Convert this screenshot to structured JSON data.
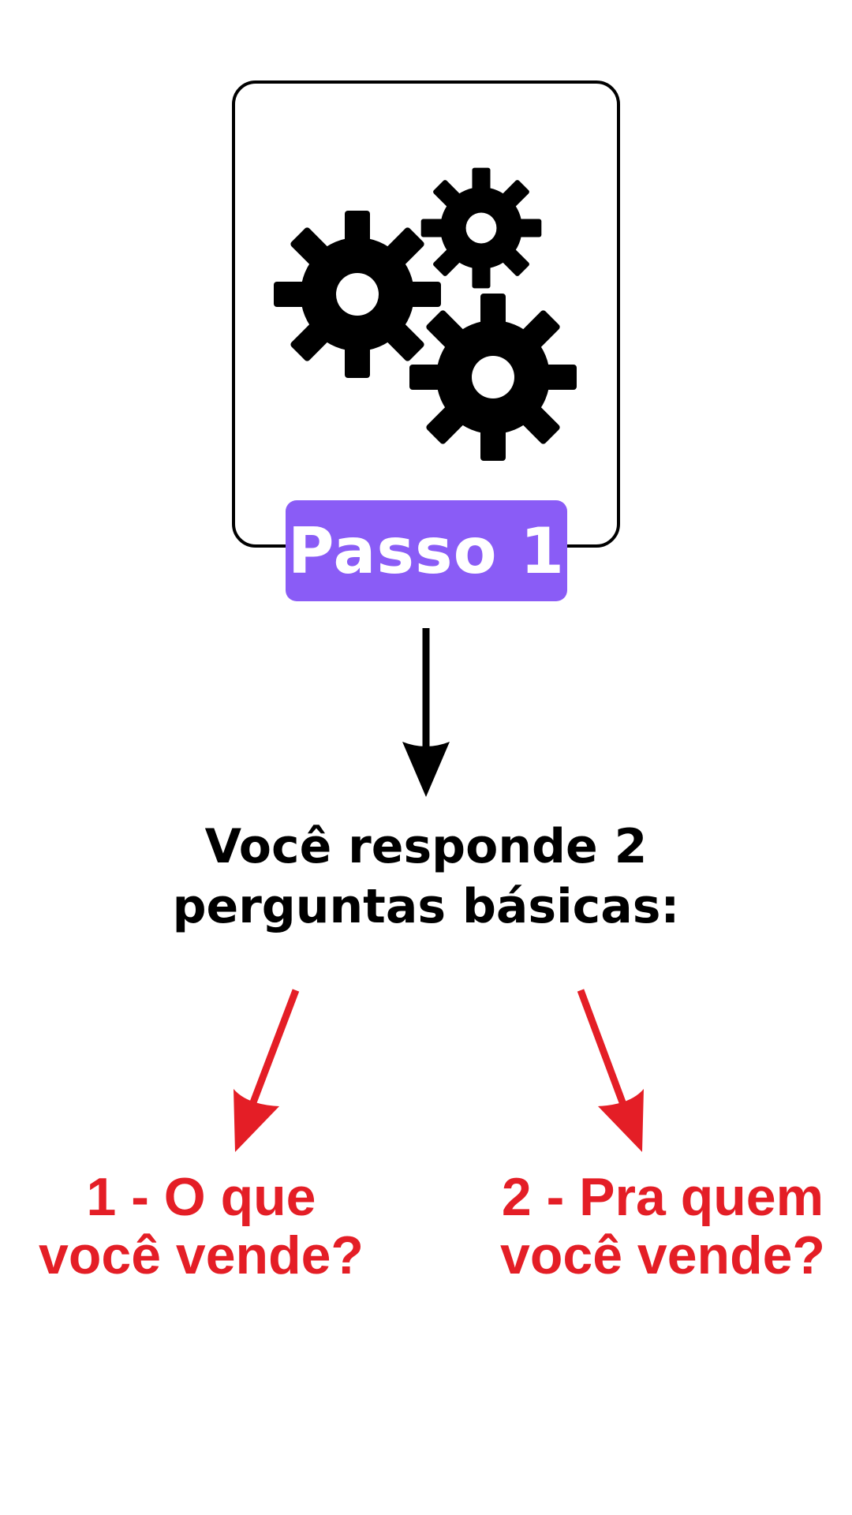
{
  "colors": {
    "accent_purple": "#8A5CF6",
    "question_red": "#E41E26",
    "ink": "#000000",
    "background": "#FFFFFF"
  },
  "step": {
    "icon": "gears-icon",
    "label": "Passo 1"
  },
  "description": {
    "line1": "Você responde 2",
    "line2": "perguntas básicas:"
  },
  "questions": [
    {
      "line1": "1 - O que",
      "line2": "você vende?"
    },
    {
      "line1": "2 - Pra quem",
      "line2": "você vende?"
    }
  ]
}
